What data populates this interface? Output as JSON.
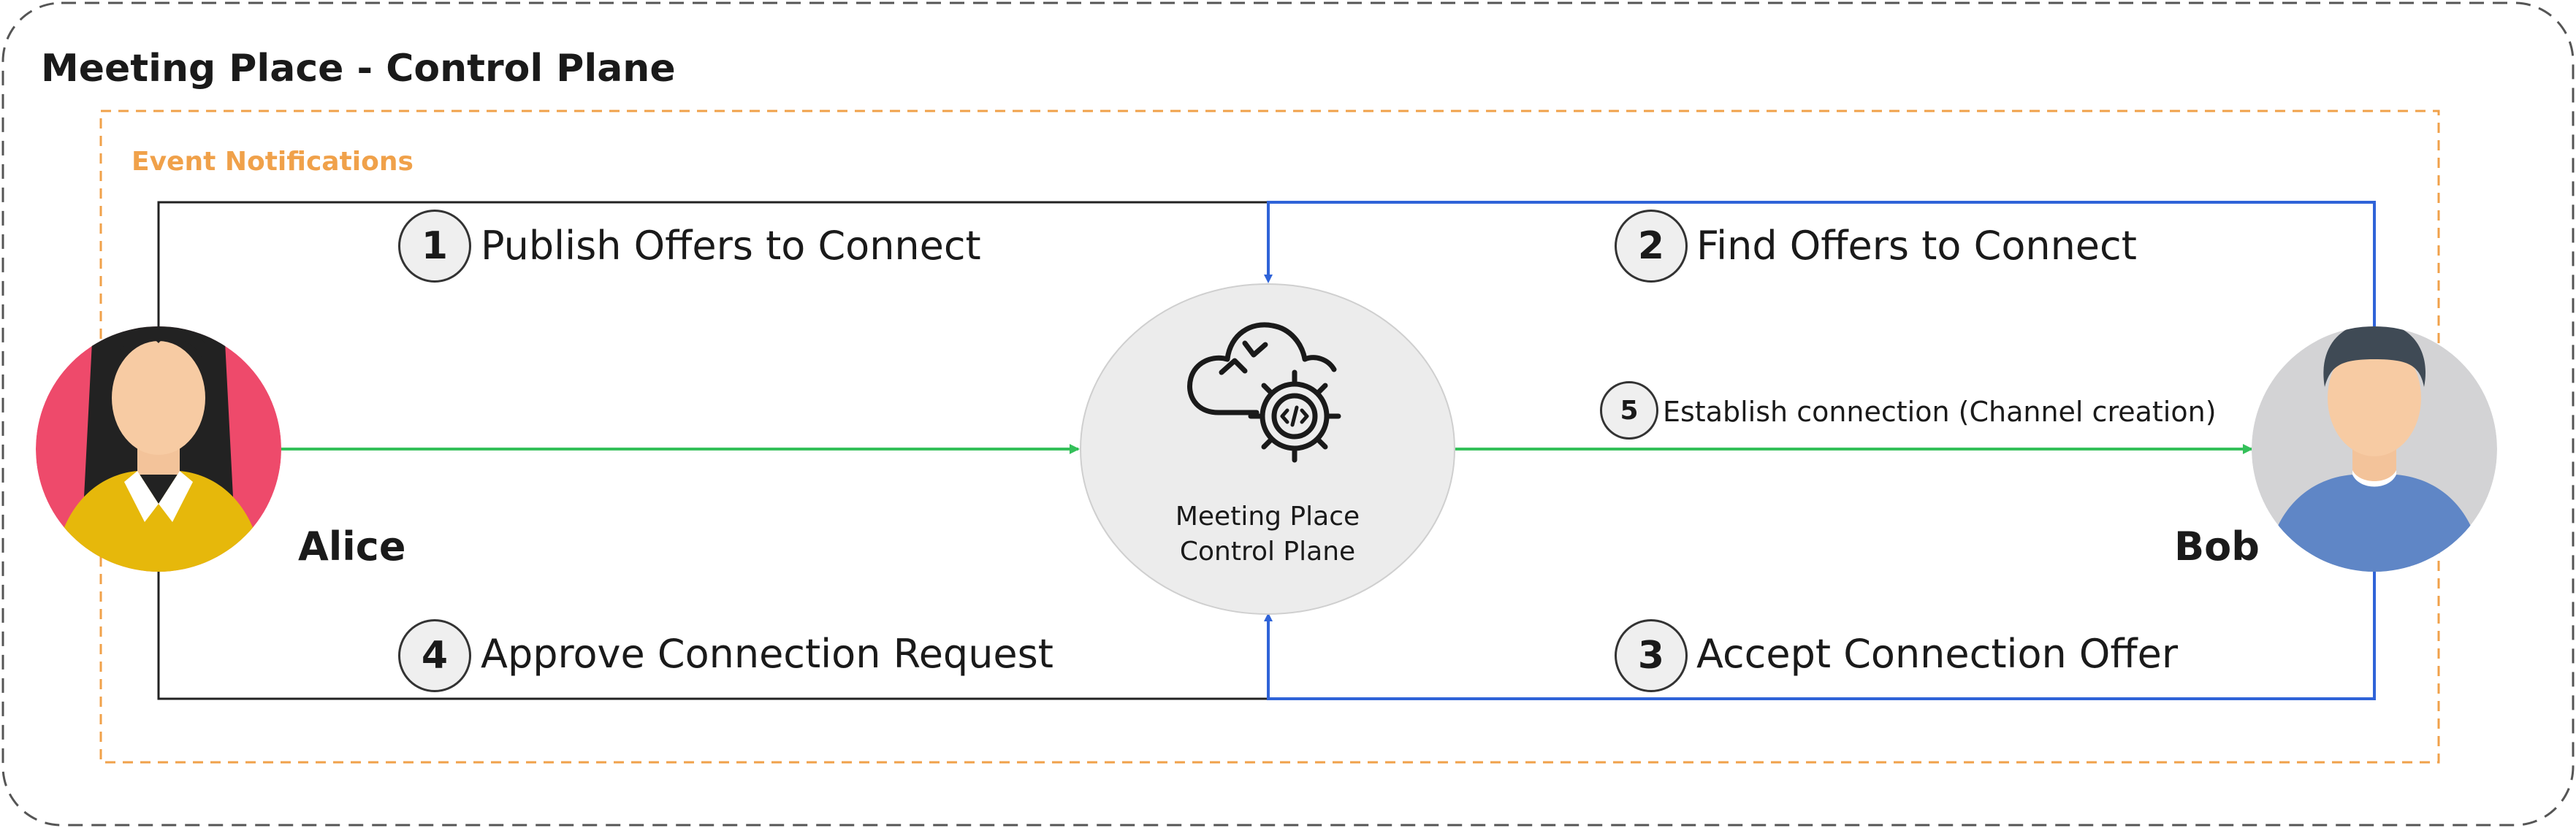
{
  "title": "Meeting Place - Control Plane",
  "group_label": "Event Notifications",
  "hub": {
    "line1": "Meeting Place",
    "line2": "Control Plane",
    "icon": "cloud-gear-code-icon"
  },
  "participants": {
    "left": {
      "name": "Alice",
      "icon": "woman-avatar-icon"
    },
    "right": {
      "name": "Bob",
      "icon": "man-avatar-icon"
    }
  },
  "steps": [
    {
      "number": "1",
      "label": "Publish Offers to Connect"
    },
    {
      "number": "2",
      "label": "Find Offers to Connect"
    },
    {
      "number": "3",
      "label": "Accept Connection Offer"
    },
    {
      "number": "4",
      "label": "Approve Connection Request"
    },
    {
      "number": "5",
      "label": "Establish connection (Channel creation)"
    }
  ],
  "colors": {
    "left_flow": "#222222",
    "right_flow": "#2f63d8",
    "connection": "#34c05a",
    "event_border": "#f0a14a",
    "outer_border": "#555555",
    "alice_bg": "#ee4a6b",
    "bob_bg": "#d3d3d5"
  }
}
